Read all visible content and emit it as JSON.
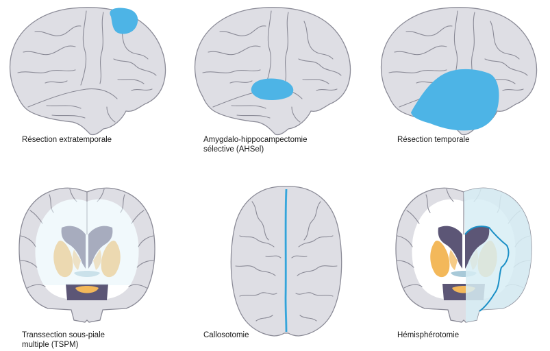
{
  "colors": {
    "cortex_fill": "#dedee4",
    "cortex_stroke": "#8a8a96",
    "highlight_blue": "#4db4e6",
    "white_matter": "#ffffff",
    "ventricle": "#5c5676",
    "basal_ganglia": "#f3b85a",
    "tspm_tint": "#e6f4f9",
    "hemi_tint": "#d7edf4",
    "hemi_outline": "#1a8fc6"
  },
  "panels": [
    {
      "id": "extratemporal",
      "caption": "Résection extratemporale",
      "icon": "lateral-brain-icon"
    },
    {
      "id": "ahsel",
      "caption": "Amygdalo-hippocampectomie\nsélective (AHSel)",
      "icon": "lateral-brain-icon"
    },
    {
      "id": "temporal",
      "caption": "Résection temporale",
      "icon": "lateral-brain-icon"
    },
    {
      "id": "tspm",
      "caption": "Transsection sous-piale\nmultiple (TSPM)",
      "icon": "coronal-brain-icon"
    },
    {
      "id": "callosotomy",
      "caption": "Callosotomie",
      "icon": "axial-brain-icon"
    },
    {
      "id": "hemispherotomy",
      "caption": "Hémisphérotomie",
      "icon": "coronal-brain-icon"
    }
  ]
}
